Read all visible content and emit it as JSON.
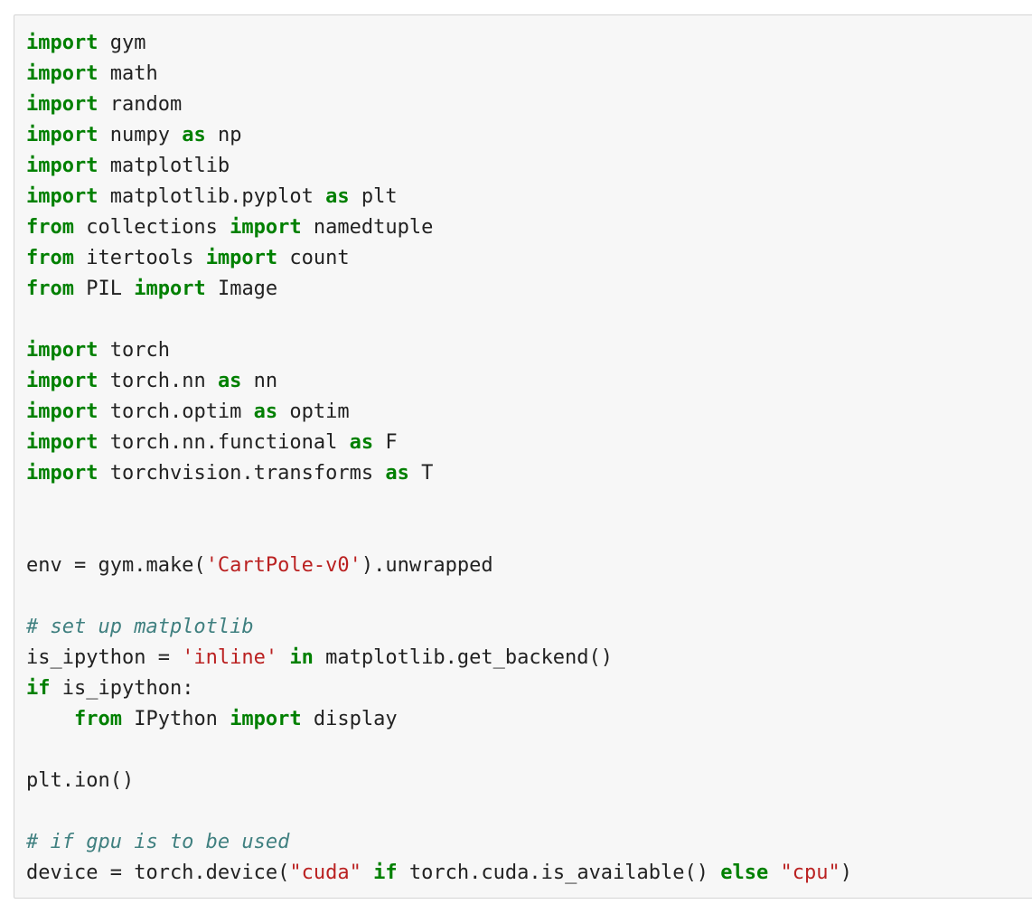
{
  "colors": {
    "keyword": "#008000",
    "string": "#ba2121",
    "comment": "#408080",
    "text": "#222222",
    "background": "#f7f7f7",
    "border": "#d4d4d4"
  },
  "code": {
    "lines": [
      [
        {
          "t": "import",
          "c": "kw"
        },
        {
          "t": " gym",
          "c": ""
        }
      ],
      [
        {
          "t": "import",
          "c": "kw"
        },
        {
          "t": " math",
          "c": ""
        }
      ],
      [
        {
          "t": "import",
          "c": "kw"
        },
        {
          "t": " random",
          "c": ""
        }
      ],
      [
        {
          "t": "import",
          "c": "kw"
        },
        {
          "t": " numpy ",
          "c": ""
        },
        {
          "t": "as",
          "c": "kw"
        },
        {
          "t": " np",
          "c": ""
        }
      ],
      [
        {
          "t": "import",
          "c": "kw"
        },
        {
          "t": " matplotlib",
          "c": ""
        }
      ],
      [
        {
          "t": "import",
          "c": "kw"
        },
        {
          "t": " matplotlib.pyplot ",
          "c": ""
        },
        {
          "t": "as",
          "c": "kw"
        },
        {
          "t": " plt",
          "c": ""
        }
      ],
      [
        {
          "t": "from",
          "c": "kw"
        },
        {
          "t": " collections ",
          "c": ""
        },
        {
          "t": "import",
          "c": "kw"
        },
        {
          "t": " namedtuple",
          "c": ""
        }
      ],
      [
        {
          "t": "from",
          "c": "kw"
        },
        {
          "t": " itertools ",
          "c": ""
        },
        {
          "t": "import",
          "c": "kw"
        },
        {
          "t": " count",
          "c": ""
        }
      ],
      [
        {
          "t": "from",
          "c": "kw"
        },
        {
          "t": " PIL ",
          "c": ""
        },
        {
          "t": "import",
          "c": "kw"
        },
        {
          "t": " Image",
          "c": ""
        }
      ],
      [],
      [
        {
          "t": "import",
          "c": "kw"
        },
        {
          "t": " torch",
          "c": ""
        }
      ],
      [
        {
          "t": "import",
          "c": "kw"
        },
        {
          "t": " torch.nn ",
          "c": ""
        },
        {
          "t": "as",
          "c": "kw"
        },
        {
          "t": " nn",
          "c": ""
        }
      ],
      [
        {
          "t": "import",
          "c": "kw"
        },
        {
          "t": " torch.optim ",
          "c": ""
        },
        {
          "t": "as",
          "c": "kw"
        },
        {
          "t": " optim",
          "c": ""
        }
      ],
      [
        {
          "t": "import",
          "c": "kw"
        },
        {
          "t": " torch.nn.functional ",
          "c": ""
        },
        {
          "t": "as",
          "c": "kw"
        },
        {
          "t": " F",
          "c": ""
        }
      ],
      [
        {
          "t": "import",
          "c": "kw"
        },
        {
          "t": " torchvision.transforms ",
          "c": ""
        },
        {
          "t": "as",
          "c": "kw"
        },
        {
          "t": " T",
          "c": ""
        }
      ],
      [],
      [],
      [
        {
          "t": "env = gym.make(",
          "c": ""
        },
        {
          "t": "'CartPole-v0'",
          "c": "str"
        },
        {
          "t": ").unwrapped",
          "c": ""
        }
      ],
      [],
      [
        {
          "t": "# set up matplotlib",
          "c": "com"
        }
      ],
      [
        {
          "t": "is_ipython = ",
          "c": ""
        },
        {
          "t": "'inline'",
          "c": "str"
        },
        {
          "t": " ",
          "c": ""
        },
        {
          "t": "in",
          "c": "kw"
        },
        {
          "t": " matplotlib.get_backend()",
          "c": ""
        }
      ],
      [
        {
          "t": "if",
          "c": "kw"
        },
        {
          "t": " is_ipython:",
          "c": ""
        }
      ],
      [
        {
          "t": "    ",
          "c": ""
        },
        {
          "t": "from",
          "c": "kw"
        },
        {
          "t": " IPython ",
          "c": ""
        },
        {
          "t": "import",
          "c": "kw"
        },
        {
          "t": " display",
          "c": ""
        }
      ],
      [],
      [
        {
          "t": "plt.ion()",
          "c": ""
        }
      ],
      [],
      [
        {
          "t": "# if gpu is to be used",
          "c": "com"
        }
      ],
      [
        {
          "t": "device = torch.device(",
          "c": ""
        },
        {
          "t": "\"cuda\"",
          "c": "str"
        },
        {
          "t": " ",
          "c": ""
        },
        {
          "t": "if",
          "c": "kw"
        },
        {
          "t": " torch.cuda.is_available() ",
          "c": ""
        },
        {
          "t": "else",
          "c": "kw"
        },
        {
          "t": " ",
          "c": ""
        },
        {
          "t": "\"cpu\"",
          "c": "str"
        },
        {
          "t": ")",
          "c": ""
        }
      ]
    ]
  }
}
